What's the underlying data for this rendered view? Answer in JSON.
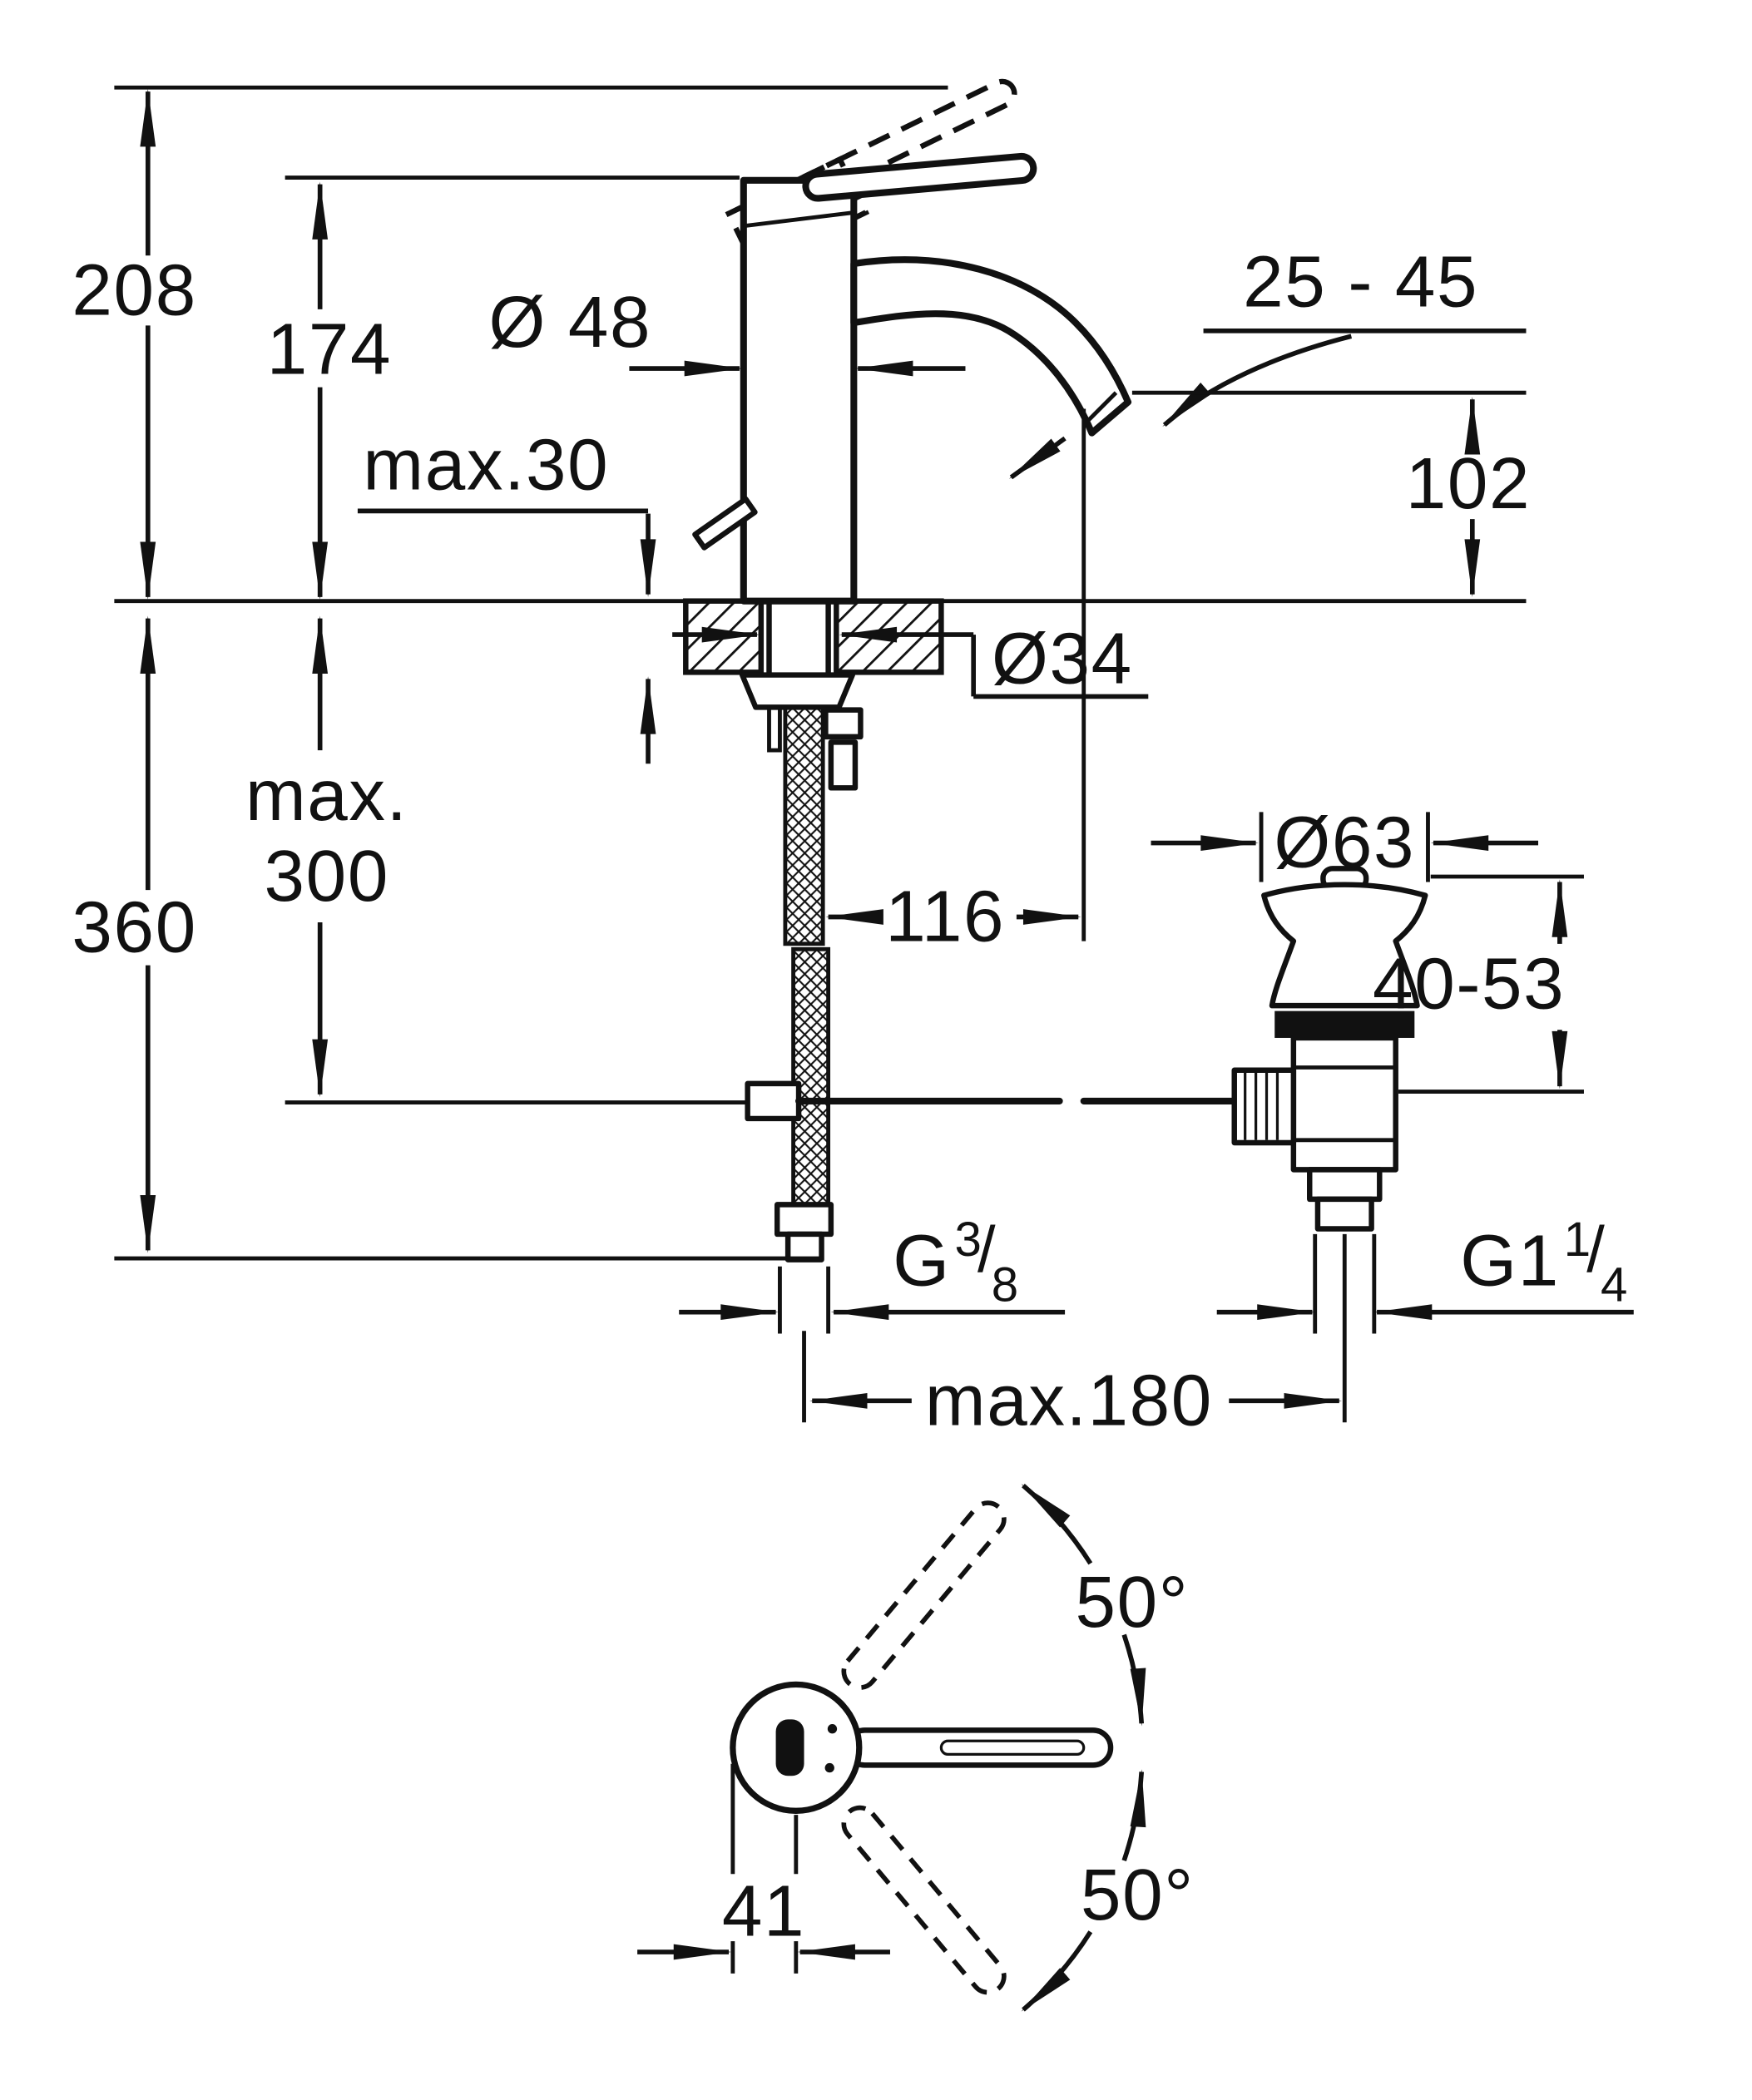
{
  "diagram": {
    "labels": {
      "total_height": "208",
      "body_height": "174",
      "body_dia": "Ø 48",
      "deck_thickness": "max.30",
      "jet_angle": "25 - 45",
      "spout_height": "102",
      "hole_dia": "Ø34",
      "hose_max_line1": "max.",
      "hose_max_line2": "300",
      "install_depth": "360",
      "spout_reach": "116",
      "waste_flange_dia": "Ø63",
      "waste_clamp_range": "40-53",
      "center_distance": "max.180",
      "swing_upper": "50°",
      "swing_lower": "50°",
      "handle_offset": "41"
    },
    "threads": {
      "supply": {
        "prefix": "G",
        "sup": "3",
        "slash": "/",
        "sub": "8"
      },
      "waste": {
        "prefix": "G1",
        "sup": "1",
        "slash": "/",
        "sub": "4"
      }
    },
    "colors": {
      "line": "#111111",
      "background": "#ffffff"
    }
  }
}
